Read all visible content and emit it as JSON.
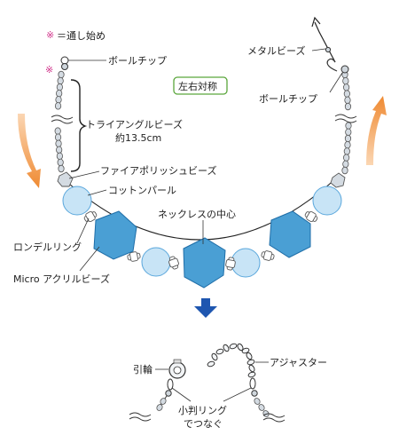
{
  "labels": {
    "start_mark_symbol": "※",
    "start_mark_text": "＝通し始め",
    "ball_tip_left": "ボールチップ",
    "metal_beads": "メタルビーズ",
    "symmetric": "左右対称",
    "ball_tip_right": "ボールチップ",
    "triangle_beads_1": "トライアングルビーズ",
    "triangle_beads_2": "約13.5cm",
    "fire_polish": "ファイアポリッシュビーズ",
    "cotton_pearl": "コットンパール",
    "necklace_center": "ネックレスの中心",
    "rondel_ring": "ロンデルリング",
    "micro_acrylic": "Micro アクリルビーズ",
    "clasp": "引輪",
    "adjuster": "アジャスター",
    "jump_ring_1": "小判リング",
    "jump_ring_2": "でつなぐ"
  },
  "colors": {
    "acrylic_bead": "#4a9fd4",
    "pearl": "#c8e4f6",
    "arrow_orange": "#ef8a32",
    "down_arrow": "#1e56b0",
    "mark_pink": "#d0328a",
    "symmetric_border": "#5aa63c"
  }
}
